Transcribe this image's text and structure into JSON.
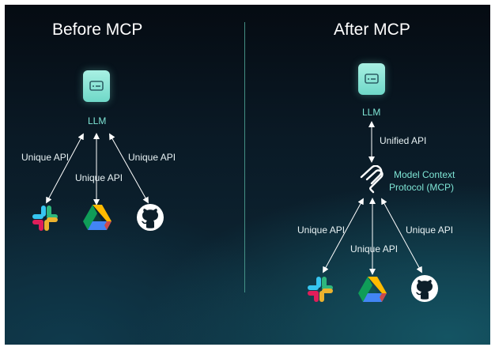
{
  "before": {
    "title": "Before MCP",
    "llm_label": "LLM",
    "arrows": [
      "Unique API",
      "Unique API",
      "Unique API"
    ]
  },
  "after": {
    "title": "After MCP",
    "llm_label": "LLM",
    "unified_label": "Unified API",
    "mcp_label_line1": "Model Context",
    "mcp_label_line2": "Protocol (MCP)",
    "arrows": [
      "Unique API",
      "Unique API",
      "Unique API"
    ]
  },
  "icons": {
    "llm": "terminal-window-icon",
    "mcp": "mcp-logo-icon",
    "tools": [
      "slack-icon",
      "google-drive-icon",
      "github-icon"
    ]
  },
  "colors": {
    "accent": "#7fe6d6",
    "llm_box": "#8fe6d8",
    "divider": "#4a9c8f"
  }
}
